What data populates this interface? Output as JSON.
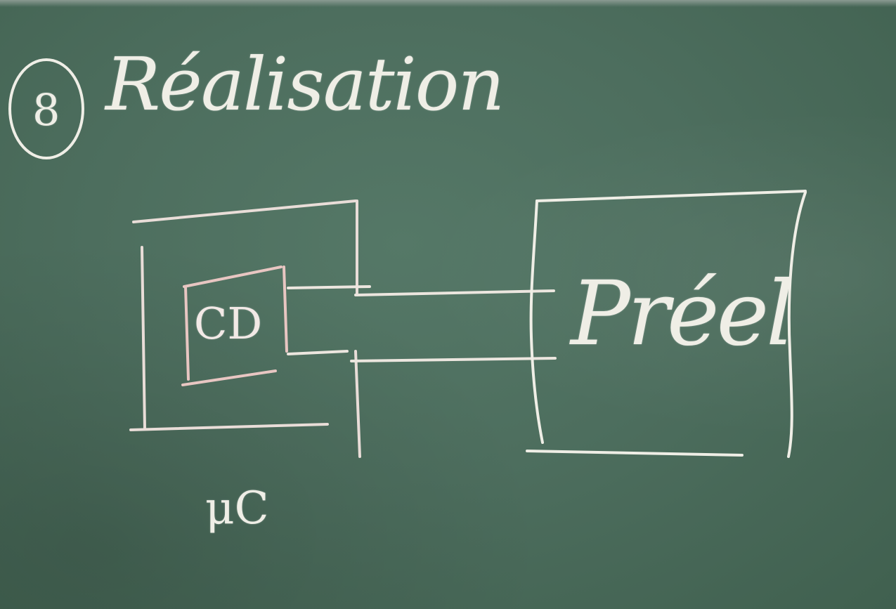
{
  "section": {
    "number": "8",
    "title": "Réalisation"
  },
  "diagram": {
    "controller_label": "CD",
    "plant_label": "Préel",
    "mc_label": "μC"
  },
  "colors": {
    "board": "#4d6e5e",
    "chalk_white": "#efeee6",
    "chalk_pink": "#e8c6c2"
  }
}
